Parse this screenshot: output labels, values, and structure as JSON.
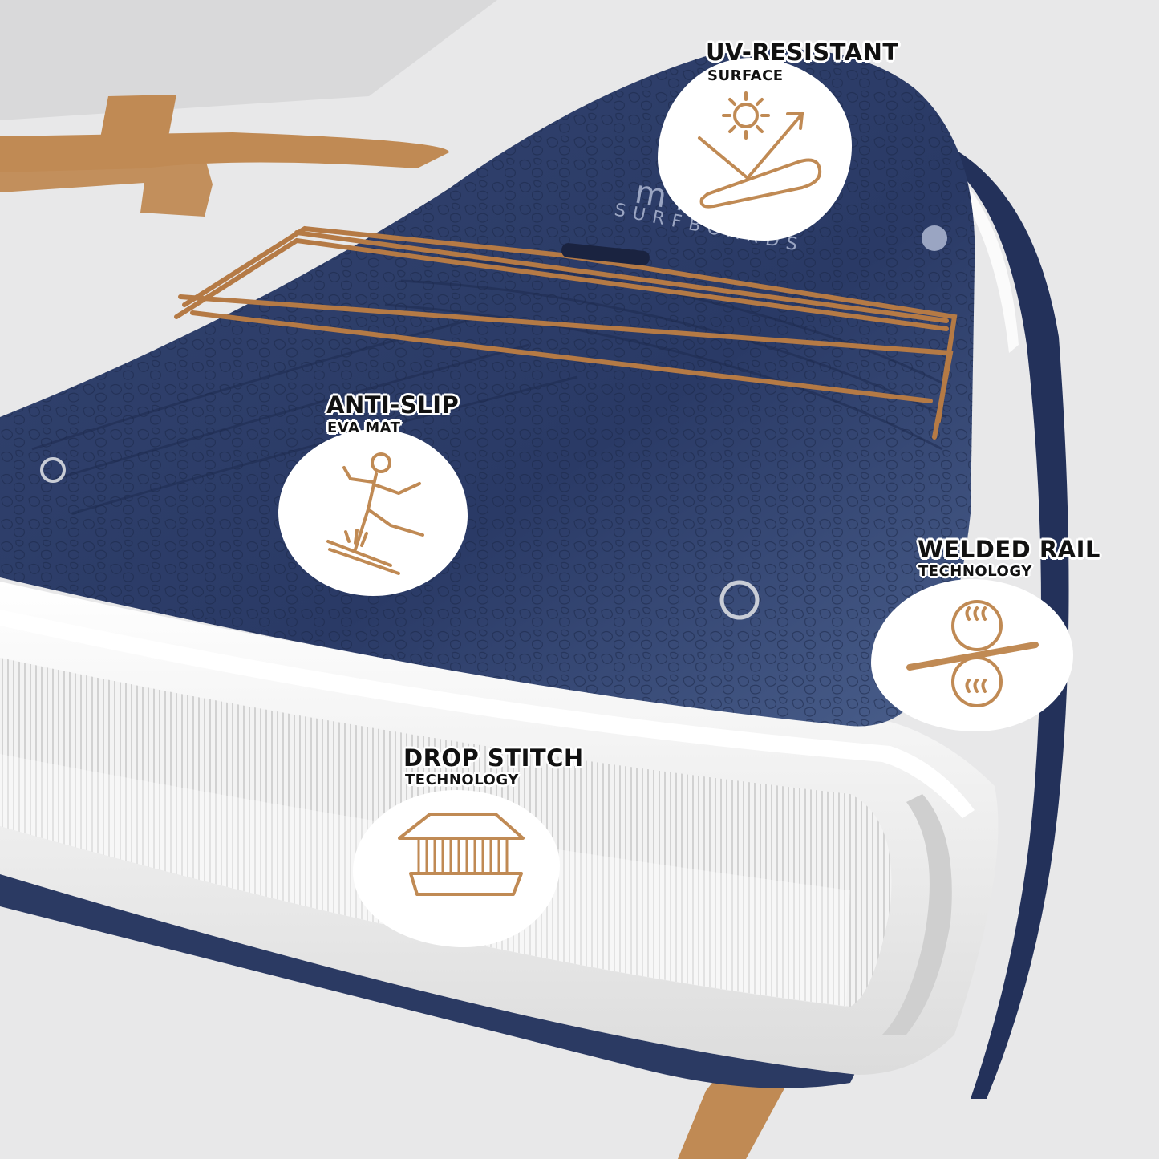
{
  "image": {
    "subject": "inflatable-paddle-board-deck-closeup",
    "colors": {
      "board_navy": "#283761",
      "accent_tan": "#c08a54",
      "rail_white": "#f6f6f6",
      "background": "#e9e9ea"
    }
  },
  "board_print": {
    "brand": "m  in",
    "subline": "SURFBOARDS"
  },
  "features": [
    {
      "title": "UV-RESISTANT",
      "subtitle": "SURFACE",
      "icon": "uv-sun-board-icon"
    },
    {
      "title": "ANTI-SLIP",
      "subtitle": "EVA MAT",
      "icon": "slipping-person-icon"
    },
    {
      "title": "WELDED RAIL",
      "subtitle": "TECHNOLOGY",
      "icon": "heat-rollers-icon"
    },
    {
      "title": "DROP STITCH",
      "subtitle": "TECHNOLOGY",
      "icon": "drop-stitch-layers-icon"
    }
  ]
}
